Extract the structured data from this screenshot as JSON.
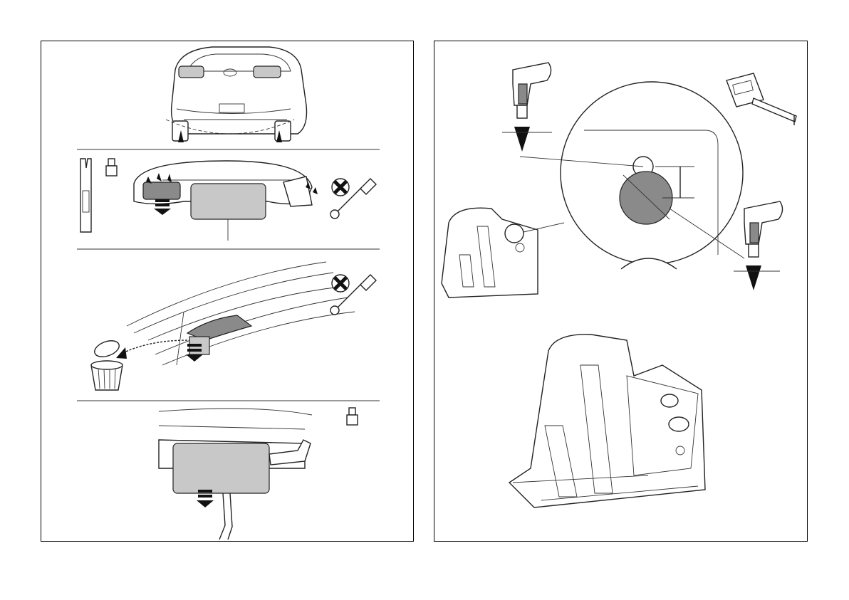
{
  "figure": {
    "left_panel_steps": [
      "vehicle-rear-view",
      "rear-bumper-removal",
      "underbody-plug-removal",
      "silencer-removal"
    ],
    "right_panel_steps": [
      "drill-and-measure",
      "bracket-detail"
    ],
    "colors": {
      "line": "#222222",
      "fill_grey": "#c8c8c8",
      "fill_dark": "#8a8a8a",
      "background": "#ffffff"
    },
    "icons": [
      "drill-icon",
      "tape-measure-icon",
      "screwdriver-icon",
      "prohibited-cross-icon",
      "socket-icon",
      "trim-tool-icon",
      "arrow-down-icon",
      "waste-bin-icon"
    ]
  }
}
